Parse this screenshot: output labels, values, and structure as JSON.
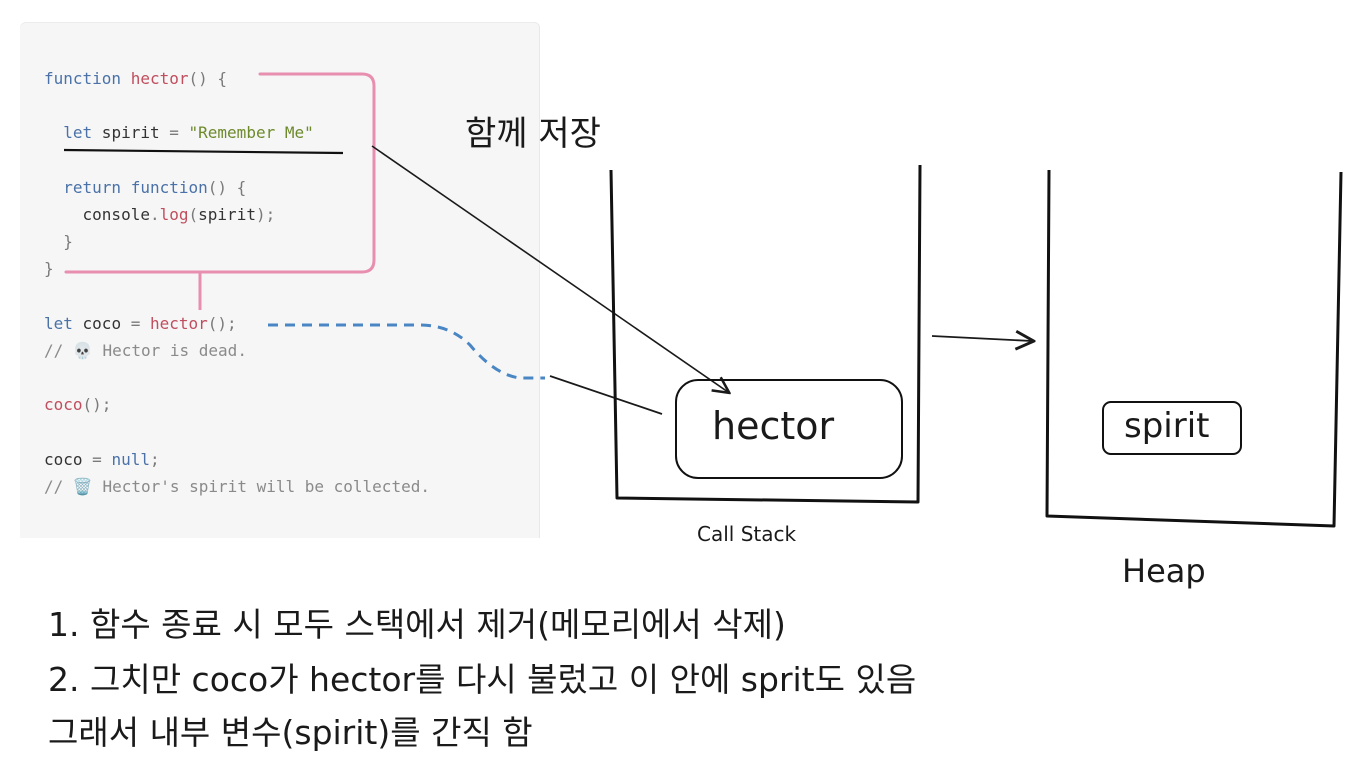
{
  "code": {
    "lines": [
      [
        {
          "t": "function",
          "c": "kw"
        },
        {
          "t": " "
        },
        {
          "t": "hector",
          "c": "fn"
        },
        {
          "t": "() {",
          "c": "punc"
        }
      ],
      [],
      [
        {
          "t": "  "
        },
        {
          "t": "let",
          "c": "kw"
        },
        {
          "t": " spirit ",
          "c": "var"
        },
        {
          "t": "=",
          "c": "punc"
        },
        {
          "t": " "
        },
        {
          "t": "\"Remember Me\"",
          "c": "str"
        }
      ],
      [],
      [
        {
          "t": "  "
        },
        {
          "t": "return",
          "c": "kw"
        },
        {
          "t": " "
        },
        {
          "t": "function",
          "c": "kw"
        },
        {
          "t": "() {",
          "c": "punc"
        }
      ],
      [
        {
          "t": "    console",
          "c": "var"
        },
        {
          "t": ".",
          "c": "punc"
        },
        {
          "t": "log",
          "c": "fn"
        },
        {
          "t": "(",
          "c": "punc"
        },
        {
          "t": "spirit",
          "c": "var"
        },
        {
          "t": ");",
          "c": "punc"
        }
      ],
      [
        {
          "t": "  }",
          "c": "punc"
        }
      ],
      [
        {
          "t": "}",
          "c": "punc"
        }
      ],
      [],
      [
        {
          "t": "let",
          "c": "kw"
        },
        {
          "t": " coco ",
          "c": "var"
        },
        {
          "t": "=",
          "c": "punc"
        },
        {
          "t": " "
        },
        {
          "t": "hector",
          "c": "fn"
        },
        {
          "t": "();",
          "c": "punc"
        }
      ],
      [
        {
          "t": "// 💀 Hector is dead.",
          "c": "cmt"
        }
      ],
      [],
      [
        {
          "t": "coco",
          "c": "fn"
        },
        {
          "t": "();",
          "c": "punc"
        }
      ],
      [],
      [
        {
          "t": "coco ",
          "c": "var"
        },
        {
          "t": "=",
          "c": "punc"
        },
        {
          "t": " "
        },
        {
          "t": "null",
          "c": "lit"
        },
        {
          "t": ";",
          "c": "punc"
        }
      ],
      [
        {
          "t": "// 🗑️ Hector's spirit will be collected.",
          "c": "cmt"
        }
      ]
    ]
  },
  "annotations": {
    "stored_together": "함께 저장",
    "call_stack_label": "Call Stack",
    "heap_label": "Heap",
    "hector_box": "hector",
    "spirit_box": "spirit"
  },
  "notes": {
    "line1": "1. 함수 종료 시 모두 스택에서 제거(메모리에서 삭제)",
    "line2": "2. 그치만 coco가 hector를 다시 불렀고 이 안에 sprit도 있음",
    "line3": "그래서 내부 변수(spirit)를 간직 함"
  },
  "colors": {
    "pink": "#e88fb0",
    "dashed_blue": "#4a86c4",
    "ink": "#1a1a1a"
  }
}
